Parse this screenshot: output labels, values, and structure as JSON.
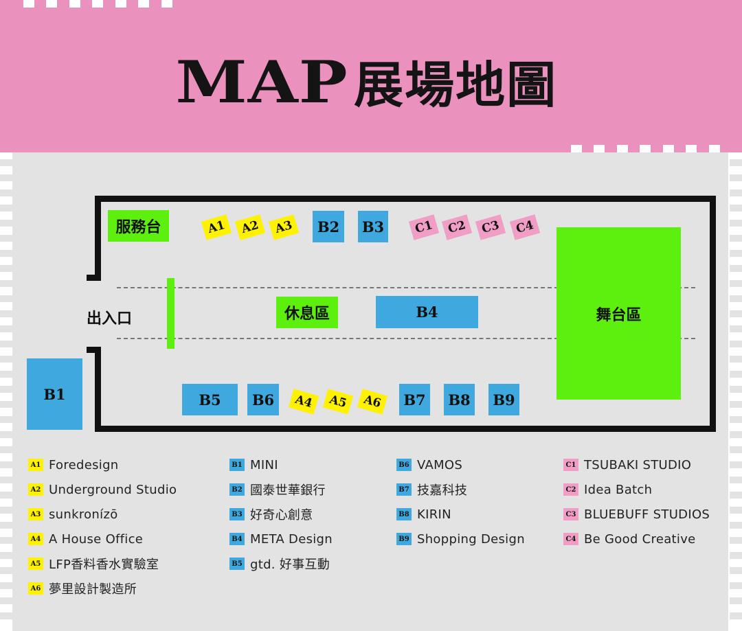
{
  "header": {
    "title_en": "MAP",
    "title_zh": "展場地圖",
    "colors": {
      "header_bg": "#eb91bd",
      "board_bg": "#e3e3e3"
    }
  },
  "map": {
    "entrance": "出入口",
    "service_desk": "服務台",
    "lounge": "休息區",
    "stage": "舞台區",
    "booths": {
      "A1": "A1",
      "A2": "A2",
      "A3": "A3",
      "A4": "A4",
      "A5": "A5",
      "A6": "A6",
      "B1": "B1",
      "B2": "B2",
      "B3": "B3",
      "B4": "B4",
      "B5": "B5",
      "B6": "B6",
      "B7": "B7",
      "B8": "B8",
      "B9": "B9",
      "C1": "C1",
      "C2": "C2",
      "C3": "C3",
      "C4": "C4"
    },
    "colors": {
      "a_zone": "#fff200",
      "b_zone": "#3fa9df",
      "c_zone": "#f09ec5",
      "green_zone": "#5df00e"
    }
  },
  "legend": {
    "col1": [
      {
        "code": "A1",
        "name": "Foredesign"
      },
      {
        "code": "A2",
        "name": "Underground Studio"
      },
      {
        "code": "A3",
        "name": "sunkronízō"
      },
      {
        "code": "A4",
        "name": "A House Office"
      },
      {
        "code": "A5",
        "name": "LFP香料香水實驗室"
      },
      {
        "code": "A6",
        "name": "夢里設計製造所"
      }
    ],
    "col2": [
      {
        "code": "B1",
        "name": "MINI"
      },
      {
        "code": "B2",
        "name": "國泰世華銀行"
      },
      {
        "code": "B3",
        "name": "好奇心創意"
      },
      {
        "code": "B4",
        "name": "META Design"
      },
      {
        "code": "B5",
        "name": "gtd. 好事互動"
      }
    ],
    "col3": [
      {
        "code": "B6",
        "name": "VAMOS"
      },
      {
        "code": "B7",
        "name": "技嘉科技"
      },
      {
        "code": "B8",
        "name": "KIRIN"
      },
      {
        "code": "B9",
        "name": "Shopping Design"
      }
    ],
    "col4": [
      {
        "code": "C1",
        "name": "TSUBAKI STUDIO"
      },
      {
        "code": "C2",
        "name": "Idea Batch"
      },
      {
        "code": "C3",
        "name": "BLUEBUFF STUDIOS"
      },
      {
        "code": "C4",
        "name": "Be Good Creative"
      }
    ]
  }
}
